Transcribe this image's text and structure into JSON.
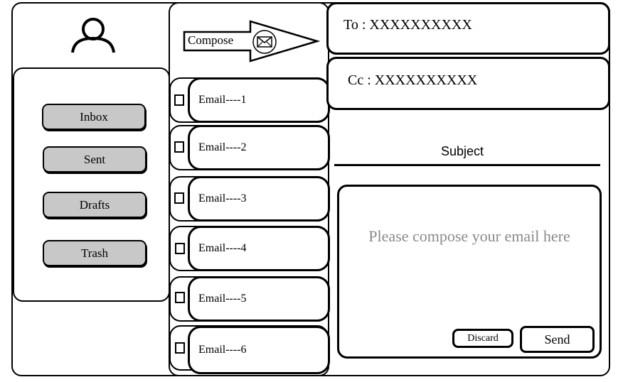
{
  "header": {
    "avatar_icon": "user-icon",
    "compose_label": "Compose",
    "compose_icon": "mail-icon"
  },
  "sidebar": {
    "items": [
      {
        "label": "Inbox"
      },
      {
        "label": "Sent"
      },
      {
        "label": "Drafts"
      },
      {
        "label": "Trash"
      }
    ]
  },
  "email_list": {
    "items": [
      {
        "label": "Email----1"
      },
      {
        "label": "Email----2"
      },
      {
        "label": "Email----3"
      },
      {
        "label": "Email----4"
      },
      {
        "label": "Email----5"
      },
      {
        "label": "Email----6"
      }
    ]
  },
  "compose": {
    "to_label": "To : XXXXXXXXXX",
    "cc_label": "Cc : XXXXXXXXXX",
    "subject_label": "Subject",
    "body_placeholder": "Please compose your email here",
    "discard_label": "Discard",
    "send_label": "Send"
  },
  "colors": {
    "nav_button_fill": "#c8c8c8",
    "placeholder_text": "#8a8a8a",
    "stroke": "#000000"
  }
}
